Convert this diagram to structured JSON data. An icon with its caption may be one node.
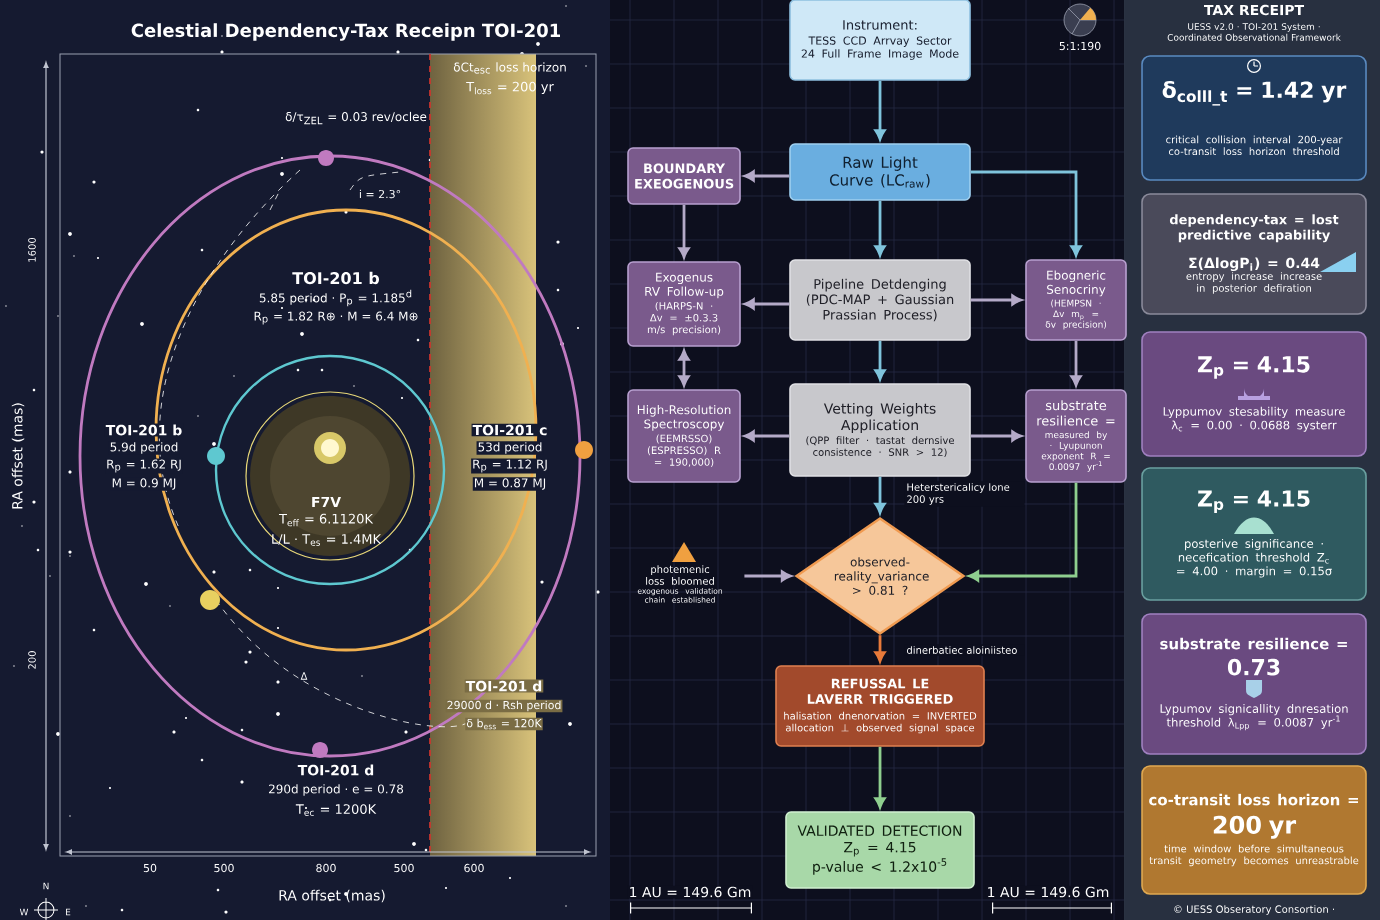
{
  "diagram": {
    "title": "Celestial Dependency-Tax Receipn TOI-201",
    "nodes": [
      {
        "text": [
          "Instrument:",
          "TESS CCD Arrvay Sector 24 Full Frame Image Mode"
        ]
      },
      {
        "text": [
          "Raw Light Curve (LC$_{raw}$)"
        ]
      },
      {
        "text": [
          "BOUNDARY EXEOGENOUS"
        ]
      },
      {
        "text": [
          "Exogenus RV Follow-up",
          "(HARPS-N · Δv = ±0.3.3 m/s precision)"
        ]
      },
      {
        "text": [
          "High-Resolution Spectroscopy",
          "(EEMRSSO) (ESPRESSO) R = 190,000)"
        ]
      },
      {
        "text": [
          "Pipeline Detdenging (PDC-MAP + Gaussian Prassian Process)"
        ]
      },
      {
        "text": [
          "Ebogneric Senocriny",
          "(HEMPSN · Δv m$_{p}$ = δv precision)"
        ]
      },
      {
        "text": [
          "Vetting Weights Application",
          "(QPP filter · tastat dernsive consistence · SNR > 12)"
        ]
      },
      {
        "text": [
          "substrate resilience =",
          "measured by · Lyupunon exponent R = 0.0097 yr$^{-1}$"
        ]
      },
      {
        "text": [
          "observed-reality_variance > 0.81 ?"
        ]
      },
      {
        "text": [
          "REFUSSAL LE LAVERR TRIGGERED",
          "halisation dnenorvation = INVERTED allocation ⊥ observed signal space"
        ]
      },
      {
        "text": [
          "VALIDATED DETECTION",
          "Z$_{p}$ = 4.15",
          "p-value < 1.2x10$^{-5}$"
        ]
      },
      {
        "text": [
          "photemenic loss bloomed",
          "exogenous validation chain established"
        ]
      },
      {
        "text": [
          "δ$_{colll_t}$ = 1.42 yr",
          "critical collision interval 200-year co-transit loss horizon threshold"
        ]
      },
      {
        "text": [
          "dependency-tax = lost predictive capability",
          "Σ(ΔlogP$_{i}$) = 0.44",
          "entropy increase increase in posterior defiration"
        ]
      },
      {
        "text": [
          "Z$_{p}$ = 4.15",
          "Lyppumov stesability measure λ$_{c}$ = 0.00 · 0.0688 systerr"
        ]
      },
      {
        "text": [
          "Z$_{p}$ = 4.15",
          "posterive significance · necefication threshold Z$_{c}$ = 4.00 · margin = 0.15σ"
        ]
      },
      {
        "text": [
          "substrate resilience =",
          "0.73",
          "Lypumov signicallity dnresation threshold λ$_{Lpp}$ = 0.0087 yr$^{-1}$"
        ]
      },
      {
        "text": [
          "co-transit loss horizon =",
          "200 yr",
          "time window before simultaneous transit geometry becomes unreastrable"
        ]
      }
    ],
    "edges": [
      {
        "from": 0,
        "to": 1,
        "arrow": "to",
        "color": "#7fc4dc"
      },
      {
        "from": 1,
        "to": 5,
        "arrow": "to",
        "color": "#7fc4dc"
      },
      {
        "from": 5,
        "to": 7,
        "arrow": "to",
        "color": "#7fc4dc"
      },
      {
        "from": 7,
        "to": 9,
        "arrow": "to",
        "color": "#7fc4dc",
        "label": "Heterstericalicy lone 200 yrs"
      },
      {
        "from": 9,
        "to": 10,
        "arrow": "to",
        "color": "#e87a3a",
        "label": "dinerbatiec aloiniisteo"
      },
      {
        "from": 10,
        "to": 11,
        "arrow": "to",
        "color": "#8fcf8f"
      },
      {
        "from": 1,
        "to": 2,
        "arrow": "to"
      },
      {
        "from": 1,
        "to": 6,
        "arrow": "to",
        "color": "#7fc4dc"
      },
      {
        "from": 2,
        "to": 3,
        "arrow": "to"
      },
      {
        "from": 3,
        "to": 4,
        "arrow": "both"
      },
      {
        "from": 5,
        "to": 3,
        "arrow": "to"
      },
      {
        "from": 5,
        "to": 6,
        "arrow": "to"
      },
      {
        "from": 7,
        "to": 4,
        "arrow": "to"
      },
      {
        "from": 7,
        "to": 8,
        "arrow": "to"
      },
      {
        "from": 6,
        "to": 8,
        "arrow": "to"
      },
      {
        "from": 8,
        "to": 9,
        "arrow": "to",
        "color": "#8fcf8f"
      },
      {
        "from": 12,
        "to": 9,
        "arrow": "to"
      }
    ],
    "labels": [
      "δ/τ$_{ZEL}$ = 0.03 rev/oclee",
      "i = 2.3°",
      "δCt$_{esc}$ loss horizon",
      "T$_{loss}$ = 200 yr",
      "TOI-201 b",
      "5.85 period · P$_{p}$ = 1.185$^{d}$",
      "R$_{p}$ = 1.82 R⊕ · M = 6.4 M⊕",
      "TOI-201 b",
      "5.9d period",
      "R$_{p}$ = 1.62 RJ",
      "M = 0.9 MJ",
      "TOI-201 c",
      "53d period",
      "R$_{p}$ = 1.12 RJ",
      "M = 0.87 MJ",
      "F7V",
      "T$_{eff}$ = 6.1120K",
      "L/L · T$_{es}$ = 1.4MK",
      "Δ",
      "TOI-201 d",
      "29000 d · Rsh period",
      "δ b$_{ess}$ = 120K",
      "TOI-201 d",
      "290d period · e = 0.78",
      "T$_{ec}$ = 1200K",
      "1600",
      "200",
      "50",
      "500",
      "800",
      "500",
      "600",
      "RA offset (mas)",
      "RA offset (mas)",
      "N",
      "W",
      "E",
      "5:1:190",
      "1 AU = 149.6 Gm",
      "1 AU = 149.6 Gm",
      "TAX RECEIPT",
      "UESS v2.0 · TOI-201 System · Coordinated Observational Framework",
      "© UESS Obseratory Consortion ·"
    ]
  }
}
